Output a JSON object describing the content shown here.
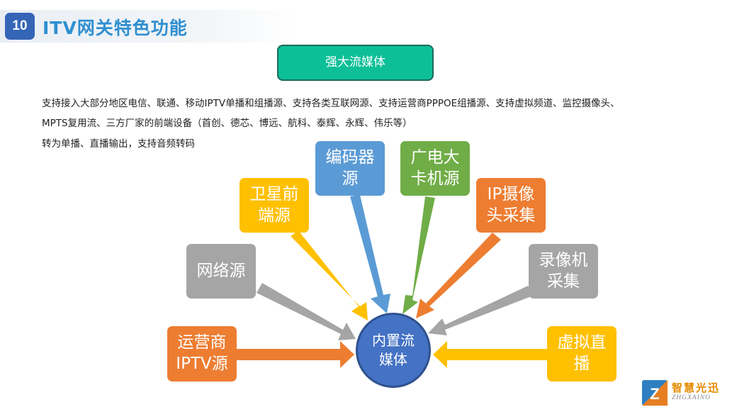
{
  "header": {
    "number": "10",
    "title": "ITV网关特色功能"
  },
  "top_button": {
    "label": "强大流媒体"
  },
  "description": [
    "支持接入大部分地区电信、联通、移动IPTV单播和组播源、支持各类互联网源、支持运营商PPPOE组播源、支持虚拟频道、监控摄像头、",
    "MPTS复用流、三方厂家的前端设备（首创、德芯、博远、航科、泰辉、永辉、伟乐等）",
    "转为单播、直播输出，支持音频转码"
  ],
  "hub": {
    "label": "内置流\n媒体"
  },
  "sources": [
    {
      "id": "iptv",
      "label": "运营商\nIPTV源",
      "color": "#ed7d31"
    },
    {
      "id": "network",
      "label": "网络源",
      "color": "#a5a5a5"
    },
    {
      "id": "satellite",
      "label": "卫星前\n端源",
      "color": "#ffc000"
    },
    {
      "id": "encoder",
      "label": "编码器\n源",
      "color": "#5b9bd5"
    },
    {
      "id": "broadcast",
      "label": "广电大\n卡机源",
      "color": "#70ad47"
    },
    {
      "id": "ipcam",
      "label": "IP摄像\n头采集",
      "color": "#ed7d31"
    },
    {
      "id": "recorder",
      "label": "录像机\n采集",
      "color": "#a5a5a5"
    },
    {
      "id": "virtual",
      "label": "虚拟直\n播",
      "color": "#ffc000"
    }
  ],
  "logo": {
    "cn": "智慧光迅",
    "en": "ZHGXAINO"
  }
}
